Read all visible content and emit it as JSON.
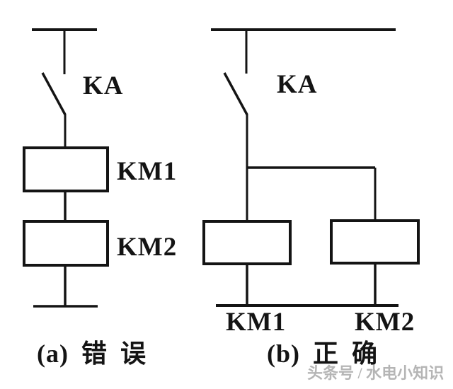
{
  "colors": {
    "ink": "#141414",
    "watermark": "#b5b5b5",
    "background": "#ffffff"
  },
  "diagram_a": {
    "contact_label": "KA",
    "coil1_label": "KM1",
    "coil2_label": "KM2",
    "caption": "(a) 错 误"
  },
  "diagram_b": {
    "contact_label": "KA",
    "coil1_label": "KM1",
    "coil2_label": "KM2",
    "caption": "(b) 正 确"
  },
  "watermark": "头条号 / 水电小知识"
}
